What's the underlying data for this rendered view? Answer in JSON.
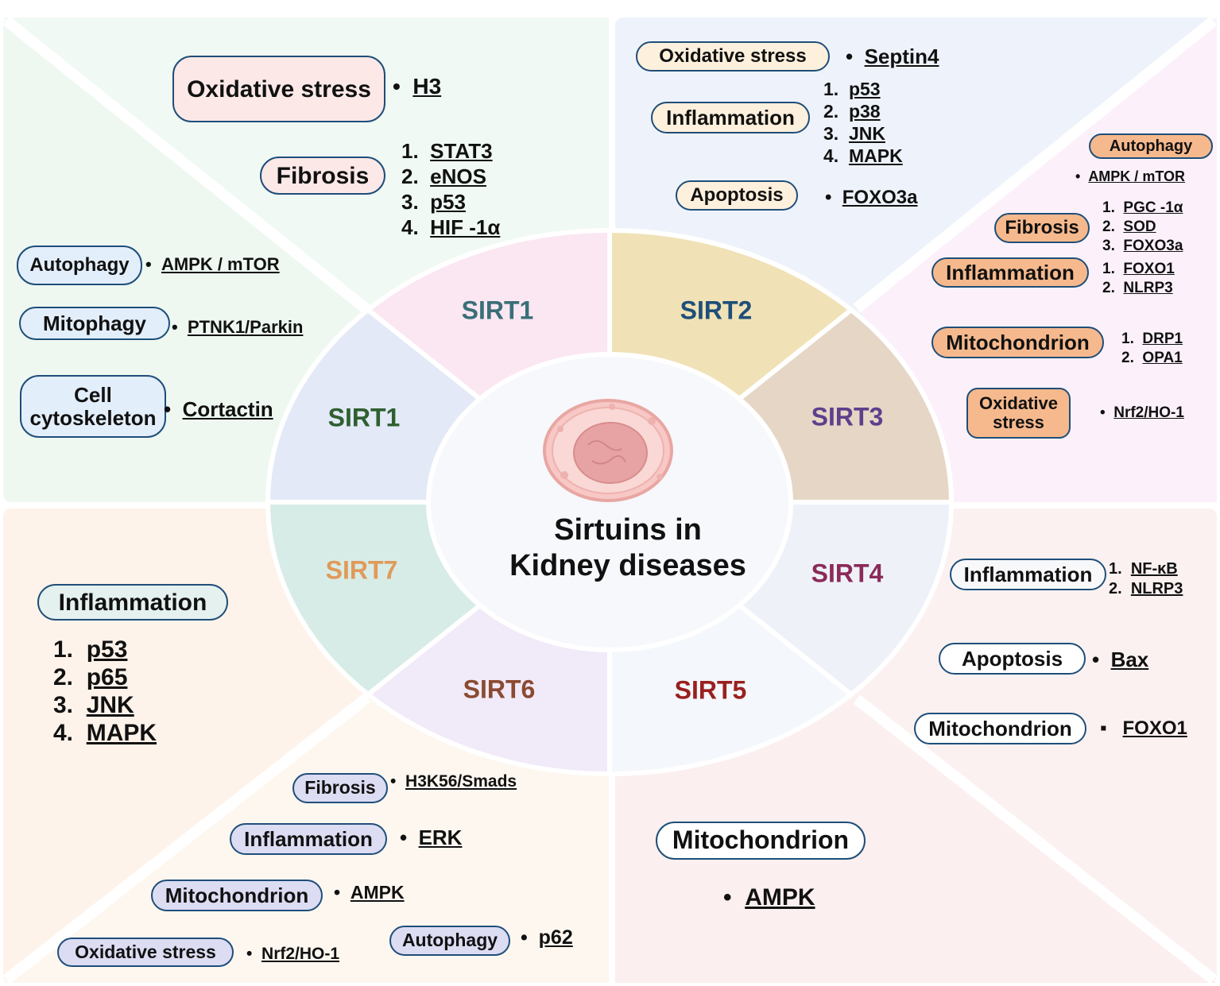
{
  "center": {
    "title_line1": "Sirtuins in",
    "title_line2": "Kidney diseases"
  },
  "colors": {
    "sirt1_top": "#3a6f78",
    "sirt2": "#1f4e79",
    "sirt3": "#5e3f8c",
    "sirt4": "#8c2a5a",
    "sirt5": "#9a1f1f",
    "sirt6": "#8a4a32",
    "sirt7": "#e09a5a",
    "sirt1_left": "#2f5f2f"
  },
  "sirts": {
    "sirt1_top": "SIRT1",
    "sirt2": "SIRT2",
    "sirt3": "SIRT3",
    "sirt4": "SIRT4",
    "sirt5": "SIRT5",
    "sirt6": "SIRT6",
    "sirt7": "SIRT7",
    "sirt1_left": "SIRT1"
  },
  "sirt1_top_panel": {
    "oxidative": {
      "label": "Oxidative stress",
      "target": "H3"
    },
    "fibrosis": {
      "label": "Fibrosis",
      "targets": [
        "STAT3",
        "eNOS",
        "p53",
        "HIF -1α"
      ]
    }
  },
  "sirt1_left_panel": {
    "autophagy": {
      "label": "Autophagy",
      "target": "AMPK / mTOR"
    },
    "mitophagy": {
      "label": "Mitophagy",
      "target": "PTNK1/Parkin"
    },
    "cytoskeleton": {
      "label_line1": "Cell",
      "label_line2": "cytoskeleton",
      "target": "Cortactin"
    }
  },
  "sirt2_panel": {
    "oxidative": {
      "label": "Oxidative stress",
      "target": "Septin4"
    },
    "inflammation": {
      "label": "Inflammation",
      "targets": [
        "p53",
        "p38",
        "JNK",
        "MAPK"
      ]
    },
    "apoptosis": {
      "label": "Apoptosis",
      "target": "FOXO3a"
    }
  },
  "sirt3_panel": {
    "autophagy": {
      "label": "Autophagy",
      "target": "AMPK / mTOR"
    },
    "fibrosis": {
      "label": "Fibrosis",
      "targets": [
        "PGC -1α",
        "SOD",
        "FOXO3a"
      ]
    },
    "inflammation": {
      "label": "Inflammation",
      "targets": [
        "FOXO1",
        "NLRP3"
      ]
    },
    "mitochondrion": {
      "label": "Mitochondrion",
      "targets": [
        "DRP1",
        "OPA1"
      ]
    },
    "oxidative": {
      "label_line1": "Oxidative",
      "label_line2": "stress",
      "target": "Nrf2/HO-1"
    }
  },
  "sirt4_panel": {
    "inflammation": {
      "label": "Inflammation",
      "targets": [
        "NF-κB",
        "NLRP3"
      ]
    },
    "apoptosis": {
      "label": "Apoptosis",
      "target": "Bax"
    },
    "mitochondrion": {
      "label": "Mitochondrion",
      "target": "FOXO1"
    }
  },
  "sirt5_panel": {
    "mitochondrion": {
      "label": "Mitochondrion",
      "target": "AMPK"
    }
  },
  "sirt6_panel": {
    "fibrosis": {
      "label": "Fibrosis",
      "target": "H3K56/Smads"
    },
    "inflammation": {
      "label": "Inflammation",
      "target": "ERK"
    },
    "mitochondrion": {
      "label": "Mitochondrion",
      "target": "AMPK"
    },
    "oxidative": {
      "label": "Oxidative stress",
      "target": "Nrf2/HO-1"
    },
    "autophagy": {
      "label": "Autophagy",
      "target": "p62"
    }
  },
  "sirt7_panel": {
    "inflammation": {
      "label": "Inflammation",
      "targets": [
        "p53",
        "p65",
        "JNK",
        "MAPK"
      ]
    }
  },
  "list_numbers": [
    "1.",
    "2.",
    "3.",
    "4."
  ]
}
